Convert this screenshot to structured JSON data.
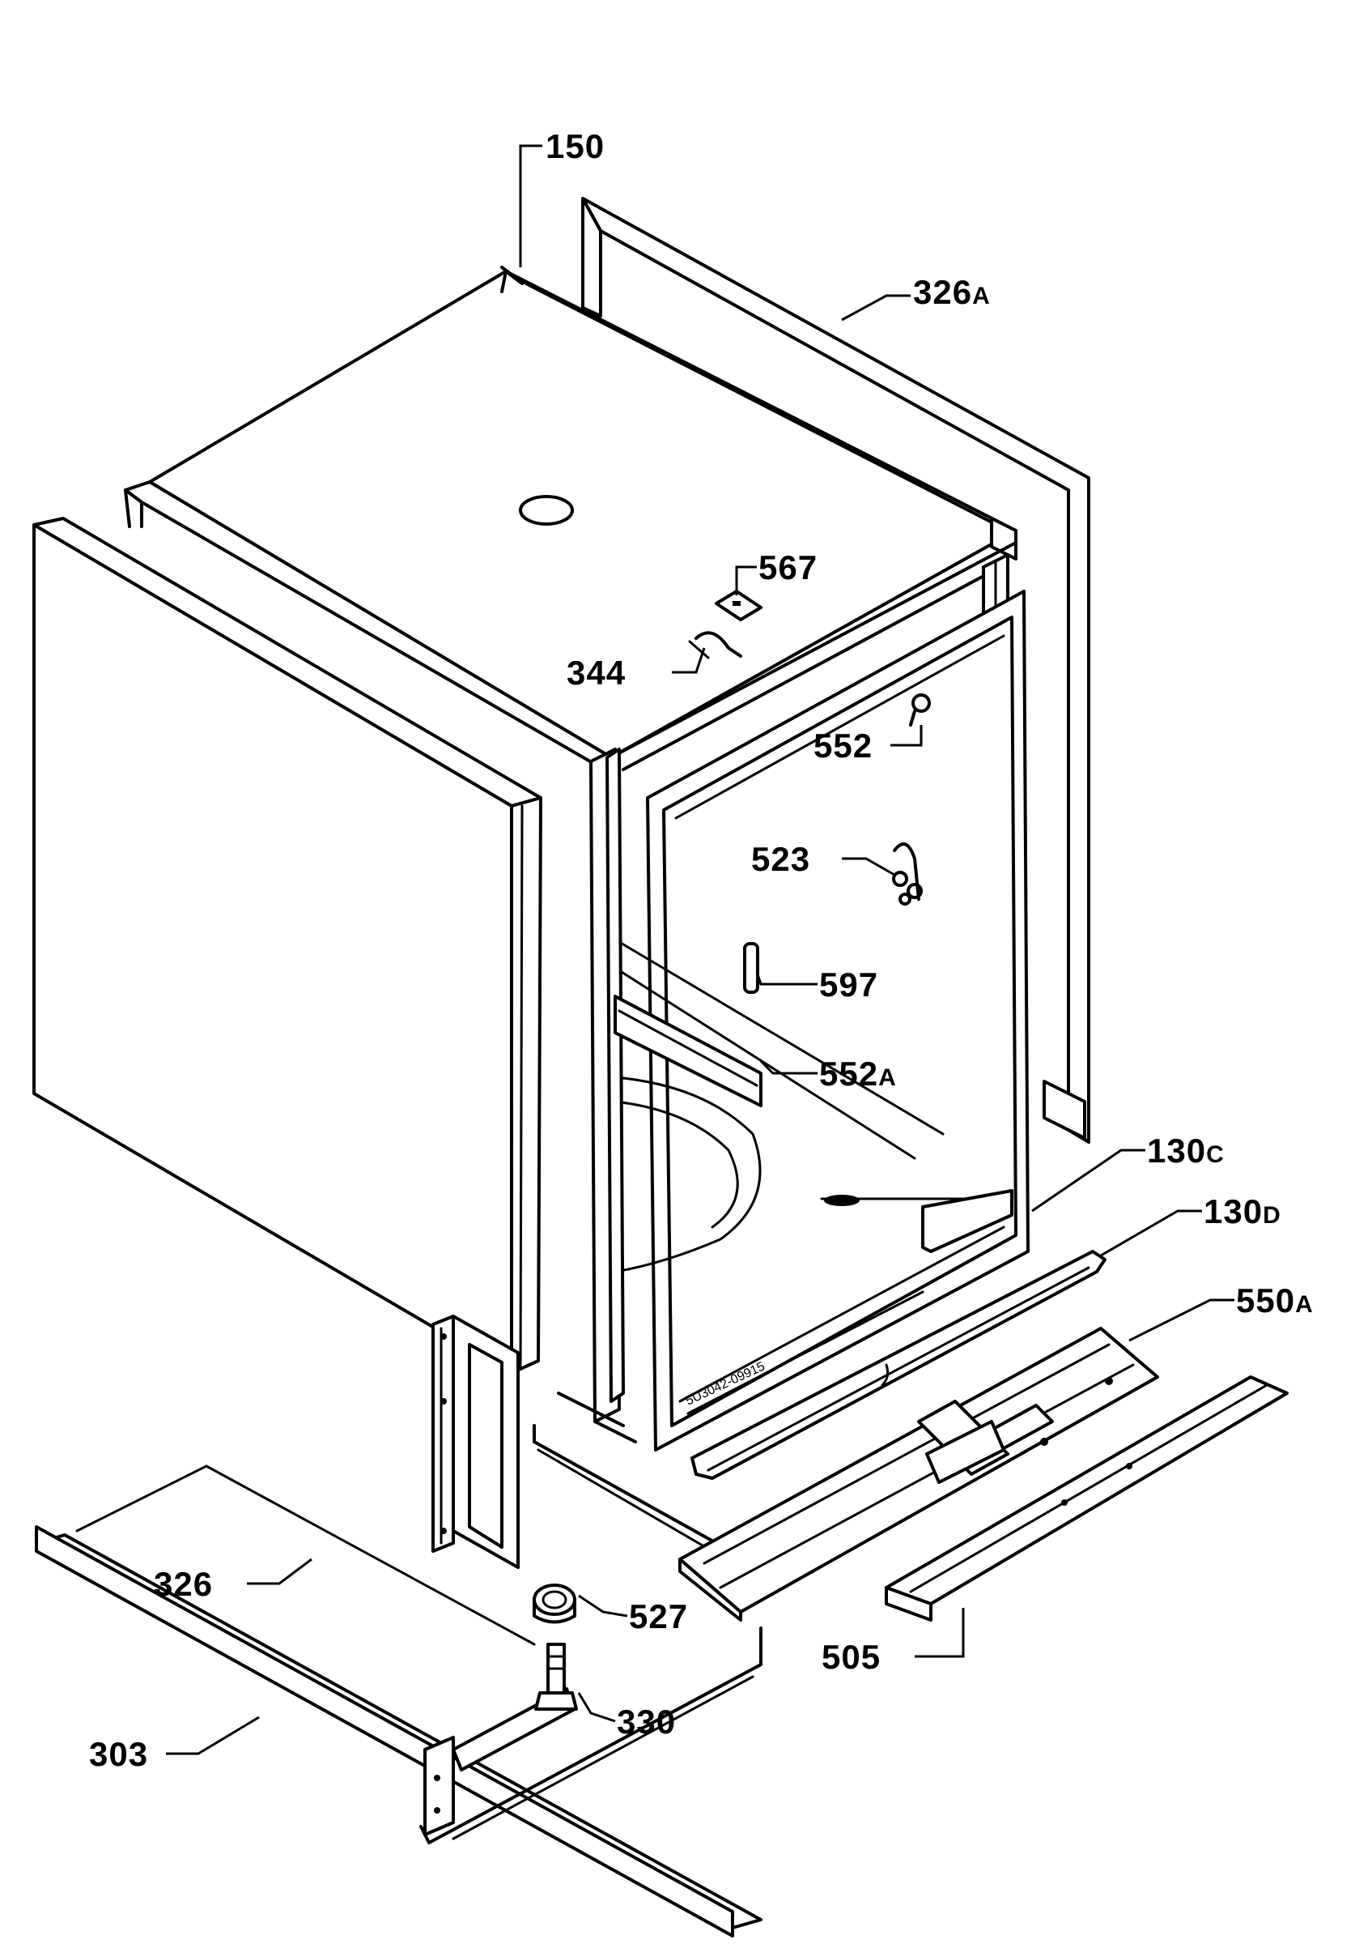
{
  "diagram": {
    "labels": {
      "l150": {
        "num": "150",
        "sfx": ""
      },
      "l326a": {
        "num": "326",
        "sfx": "A"
      },
      "l567": {
        "num": "567",
        "sfx": ""
      },
      "l344": {
        "num": "344",
        "sfx": ""
      },
      "l552": {
        "num": "552",
        "sfx": ""
      },
      "l523": {
        "num": "523",
        "sfx": ""
      },
      "l597": {
        "num": "597",
        "sfx": ""
      },
      "l552a": {
        "num": "552",
        "sfx": "A"
      },
      "l130c": {
        "num": "130",
        "sfx": "C"
      },
      "l130d": {
        "num": "130",
        "sfx": "D"
      },
      "l550a": {
        "num": "550",
        "sfx": "A"
      },
      "l326": {
        "num": "326",
        "sfx": ""
      },
      "l527": {
        "num": "527",
        "sfx": ""
      },
      "l505": {
        "num": "505",
        "sfx": ""
      },
      "l330": {
        "num": "330",
        "sfx": ""
      },
      "l303": {
        "num": "303",
        "sfx": ""
      }
    }
  }
}
